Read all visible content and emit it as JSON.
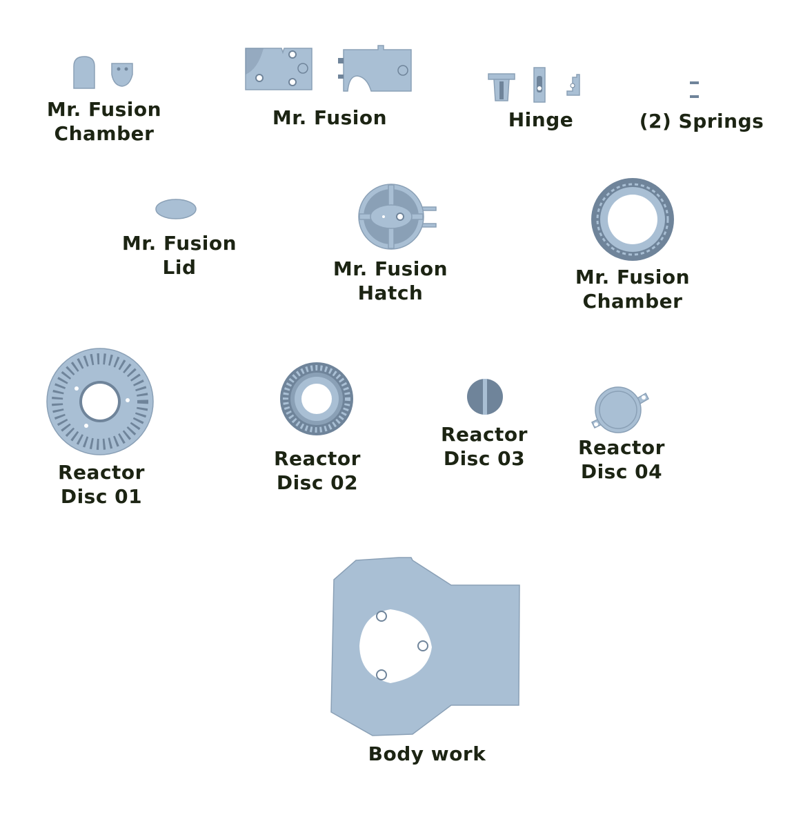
{
  "colors": {
    "part_fill": "#a9bfd4",
    "part_dark": "#6f849a",
    "part_edge": "#8aa0b6",
    "label_text": "#1c2413"
  },
  "labels": {
    "chamber_top": [
      "Mr. Fusion",
      "Chamber"
    ],
    "fusion": [
      "Mr. Fusion"
    ],
    "hinge": [
      "Hinge"
    ],
    "springs": [
      "(2) Springs"
    ],
    "lid": [
      "Mr. Fusion",
      "Lid"
    ],
    "hatch": [
      "Mr. Fusion",
      "Hatch"
    ],
    "chamber_ring": [
      "Mr. Fusion",
      "Chamber"
    ],
    "disc01": [
      "Reactor",
      "Disc 01"
    ],
    "disc02": [
      "Reactor",
      "Disc 02"
    ],
    "disc03": [
      "Reactor",
      "Disc 03"
    ],
    "disc04": [
      "Reactor",
      "Disc 04"
    ],
    "body_work": [
      "Body work"
    ]
  }
}
